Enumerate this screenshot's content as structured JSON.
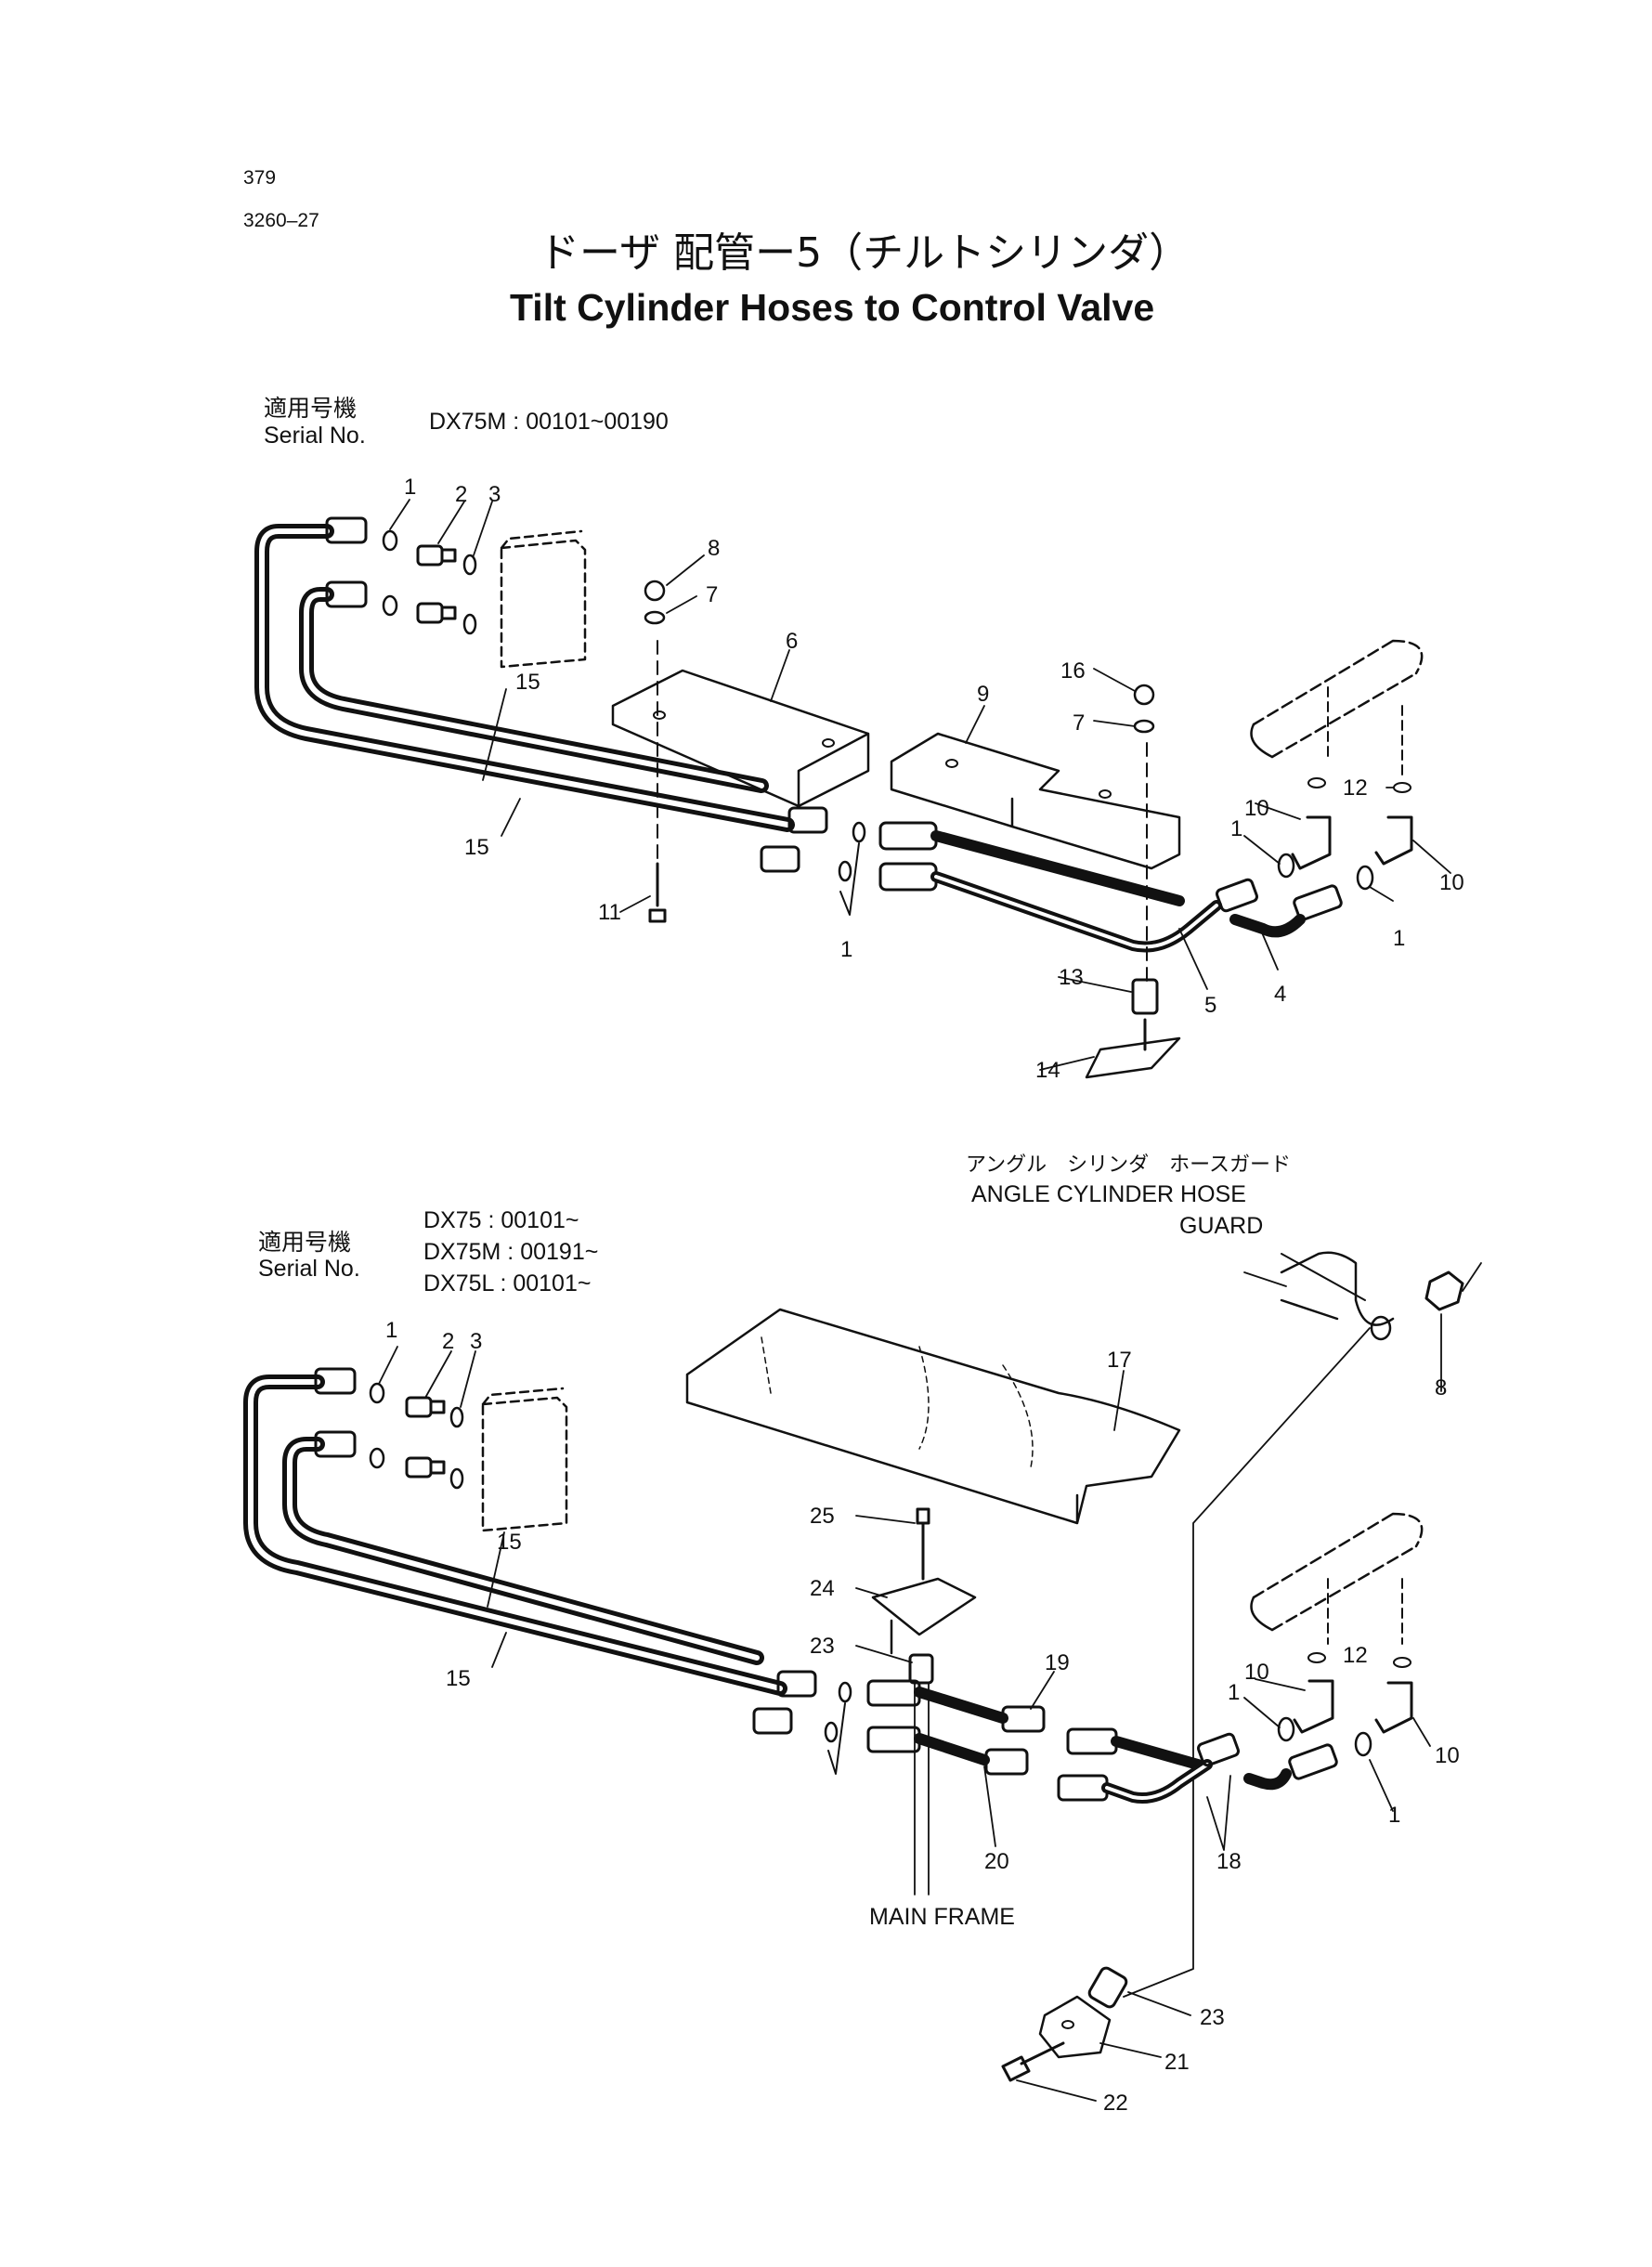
{
  "header": {
    "page_number": "379",
    "section_code": "3260–27",
    "title_jp": "ドーザ 配管ー5（チルトシリンダ）",
    "title_en": "Tilt Cylinder Hoses to Control Valve"
  },
  "upper_diagram": {
    "serial_label_jp": "適用号機",
    "serial_label_en": "Serial No.",
    "serial_ranges": [
      "DX75M : 00101~00190"
    ],
    "callouts": [
      "1",
      "2",
      "3",
      "8",
      "7",
      "6",
      "15",
      "15",
      "9",
      "16",
      "7",
      "10",
      "12",
      "1",
      "10",
      "11",
      "1",
      "1",
      "13",
      "5",
      "4",
      "14"
    ]
  },
  "lower_diagram": {
    "serial_label_jp": "適用号機",
    "serial_label_en": "Serial No.",
    "serial_ranges": [
      "DX75 : 00101~",
      "DX75M : 00191~",
      "DX75L : 00101~"
    ],
    "guard_label_jp": "アングル　シリンダ　ホースガード",
    "guard_label_en_line1": "ANGLE CYLINDER HOSE",
    "guard_label_en_line2": "GUARD",
    "main_frame_label": "MAIN FRAME",
    "callouts": [
      "8",
      "1",
      "2",
      "3",
      "17",
      "15",
      "25",
      "24",
      "15",
      "23",
      "19",
      "10",
      "12",
      "1",
      "10",
      "1",
      "20",
      "18",
      "23",
      "21",
      "22"
    ]
  }
}
